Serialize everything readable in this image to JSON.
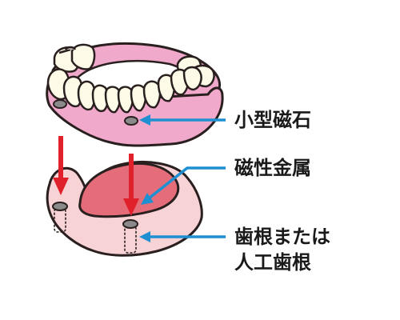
{
  "labels": {
    "magnet": "小型磁石",
    "keeper": "磁性金属",
    "root_line1": "歯根または",
    "root_line2": "人工歯根"
  },
  "colors": {
    "pointer_arrow": "#1e8fd0",
    "insertion_arrow": "#e0212b",
    "denture_base": "#f1a9cb",
    "tooth": "#fdfae8",
    "gum": "#f8d3d6",
    "ridge": "#e56d7a",
    "outline": "#2a1f1f"
  }
}
